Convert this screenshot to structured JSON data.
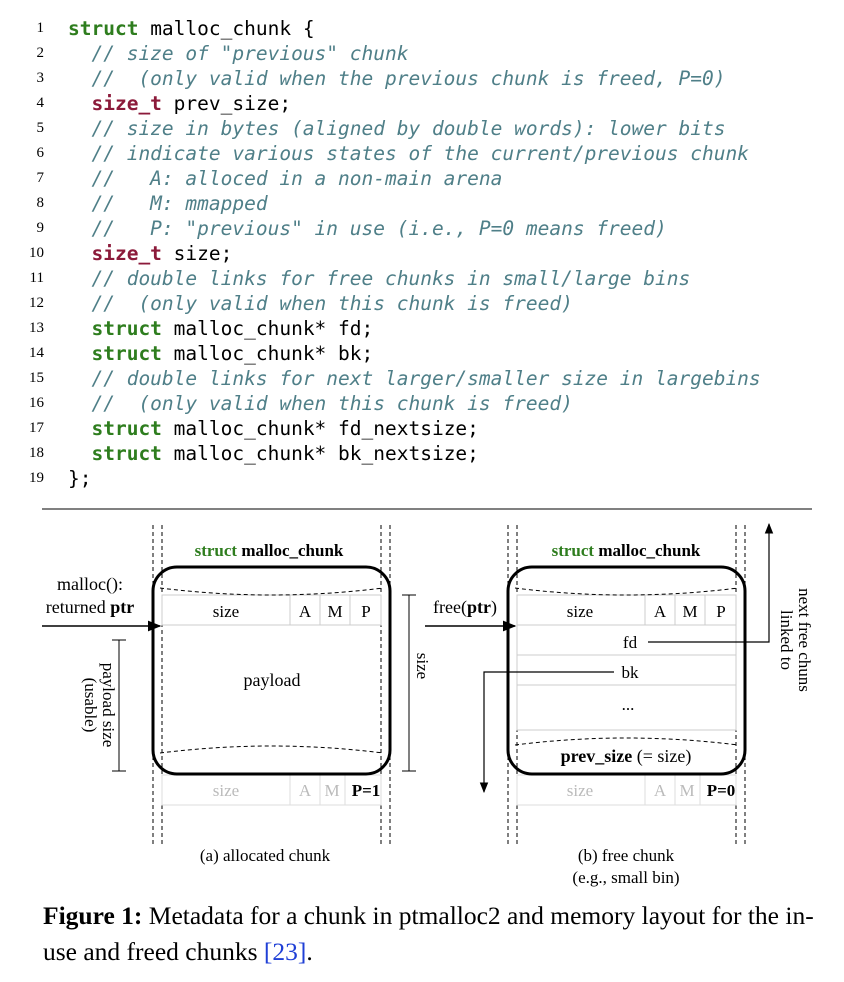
{
  "code": {
    "lines": [
      {
        "no": "1",
        "tokens": [
          {
            "c": "kw",
            "t": "struct"
          },
          {
            "c": "pl",
            "t": " malloc_chunk {"
          }
        ]
      },
      {
        "no": "2",
        "tokens": [
          {
            "c": "pl",
            "t": "  "
          },
          {
            "c": "cm",
            "t": "// size of \"previous\" chunk"
          }
        ]
      },
      {
        "no": "3",
        "tokens": [
          {
            "c": "pl",
            "t": "  "
          },
          {
            "c": "cm",
            "t": "//  (only valid when the previous chunk is freed, P=0)"
          }
        ]
      },
      {
        "no": "4",
        "tokens": [
          {
            "c": "pl",
            "t": "  "
          },
          {
            "c": "ty",
            "t": "size_t"
          },
          {
            "c": "pl",
            "t": " prev_size;"
          }
        ]
      },
      {
        "no": "5",
        "tokens": [
          {
            "c": "pl",
            "t": "  "
          },
          {
            "c": "cm",
            "t": "// size in bytes (aligned by double words): lower bits"
          }
        ]
      },
      {
        "no": "6",
        "tokens": [
          {
            "c": "pl",
            "t": "  "
          },
          {
            "c": "cm",
            "t": "// indicate various states of the current/previous chunk"
          }
        ]
      },
      {
        "no": "7",
        "tokens": [
          {
            "c": "pl",
            "t": "  "
          },
          {
            "c": "cm",
            "t": "//   A: alloced in a non-main arena"
          }
        ]
      },
      {
        "no": "8",
        "tokens": [
          {
            "c": "pl",
            "t": "  "
          },
          {
            "c": "cm",
            "t": "//   M: mmapped"
          }
        ]
      },
      {
        "no": "9",
        "tokens": [
          {
            "c": "pl",
            "t": "  "
          },
          {
            "c": "cm",
            "t": "//   P: \"previous\" in use (i.e., P=0 means freed)"
          }
        ]
      },
      {
        "no": "10",
        "tokens": [
          {
            "c": "pl",
            "t": "  "
          },
          {
            "c": "ty",
            "t": "size_t"
          },
          {
            "c": "pl",
            "t": " size;"
          }
        ]
      },
      {
        "no": "11",
        "tokens": [
          {
            "c": "pl",
            "t": "  "
          },
          {
            "c": "cm",
            "t": "// double links for free chunks in small/large bins"
          }
        ]
      },
      {
        "no": "12",
        "tokens": [
          {
            "c": "pl",
            "t": "  "
          },
          {
            "c": "cm",
            "t": "//  (only valid when this chunk is freed)"
          }
        ]
      },
      {
        "no": "13",
        "tokens": [
          {
            "c": "pl",
            "t": "  "
          },
          {
            "c": "kw",
            "t": "struct"
          },
          {
            "c": "pl",
            "t": " malloc_chunk* fd;"
          }
        ]
      },
      {
        "no": "14",
        "tokens": [
          {
            "c": "pl",
            "t": "  "
          },
          {
            "c": "kw",
            "t": "struct"
          },
          {
            "c": "pl",
            "t": " malloc_chunk* bk;"
          }
        ]
      },
      {
        "no": "15",
        "tokens": [
          {
            "c": "pl",
            "t": "  "
          },
          {
            "c": "cm",
            "t": "// double links for next larger/smaller size in largebins"
          }
        ]
      },
      {
        "no": "16",
        "tokens": [
          {
            "c": "pl",
            "t": "  "
          },
          {
            "c": "cm",
            "t": "//  (only valid when this chunk is freed)"
          }
        ]
      },
      {
        "no": "17",
        "tokens": [
          {
            "c": "pl",
            "t": "  "
          },
          {
            "c": "kw",
            "t": "struct"
          },
          {
            "c": "pl",
            "t": " malloc_chunk* fd_nextsize;"
          }
        ]
      },
      {
        "no": "18",
        "tokens": [
          {
            "c": "pl",
            "t": "  "
          },
          {
            "c": "kw",
            "t": "struct"
          },
          {
            "c": "pl",
            "t": " malloc_chunk* bk_nextsize;"
          }
        ]
      },
      {
        "no": "19",
        "tokens": [
          {
            "c": "pl",
            "t": "};"
          }
        ]
      }
    ]
  },
  "diagram": {
    "colors": {
      "keyword": "#2e7d1e",
      "faded": "#bbbbbb"
    },
    "left": {
      "struct_kw": "struct",
      "struct_name": "malloc_chunk",
      "malloc_label": "malloc():",
      "returned_label": "returned",
      "ptr": "ptr",
      "size_field": "size",
      "flag_a": "A",
      "flag_m": "M",
      "flag_p": "P",
      "payload": "payload",
      "payload_size": "payload size",
      "usable": "(usable)",
      "size_brace": "size",
      "next_size": "size",
      "next_a": "A",
      "next_m": "M",
      "next_p": "P=1",
      "caption": "(a) allocated chunk"
    },
    "right": {
      "struct_kw": "struct",
      "struct_name": "malloc_chunk",
      "free_open": "free(",
      "ptr": "ptr",
      "free_close": ")",
      "size_field": "size",
      "flag_a": "A",
      "flag_m": "M",
      "flag_p": "P",
      "fd": "fd",
      "bk": "bk",
      "ellipsis": "...",
      "prev_size": "prev_size",
      "prev_size_note": "(= size)",
      "next_size": "size",
      "next_a": "A",
      "next_m": "M",
      "next_p": "P=0",
      "linked_1": "linked to",
      "linked_2": "next free chuns",
      "caption_1": "(b) free chunk",
      "caption_2": "(e.g., small bin)"
    }
  },
  "caption": {
    "label": "Figure 1:",
    "text": " Metadata for a chunk in ptmalloc2 and memory layout for the in-use and freed chunks ",
    "cite": "[23]",
    "end": "."
  }
}
